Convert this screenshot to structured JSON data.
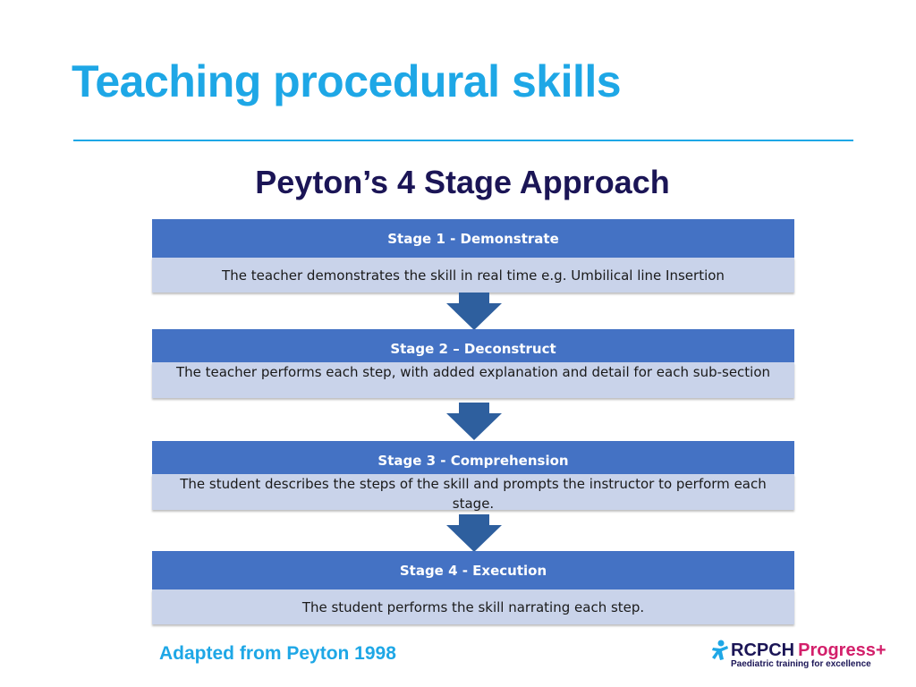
{
  "slide": {
    "title": "Teaching procedural skills",
    "subtitle": "Peyton’s 4 Stage Approach",
    "footer": "Adapted from Peyton 1998"
  },
  "stages": [
    {
      "heading": "Stage 1 - Demonstrate",
      "text": "The teacher demonstrates the skill in real time e.g. Umbilical line Insertion"
    },
    {
      "heading": "Stage 2 – Deconstruct",
      "text": "The teacher performs each step, with added explanation and detail for each sub-section"
    },
    {
      "heading": "Stage 3 - Comprehension",
      "text": "The student describes the steps of the skill and prompts the instructor to perform each stage."
    },
    {
      "heading": "Stage 4  - Execution",
      "text": "The student performs the skill narrating each step."
    }
  ],
  "logo": {
    "name": "RCPCH",
    "product": "Progress+",
    "tagline": "Paediatric training for excellence",
    "colors": {
      "navy": "#1b1556",
      "magenta": "#d3206b",
      "blue": "#1ea7e6"
    }
  },
  "colors": {
    "title": "#1ea7e6",
    "stage_header": "#4472c4",
    "stage_body": "#c9d3ea",
    "arrow": "#2e5f9e"
  }
}
